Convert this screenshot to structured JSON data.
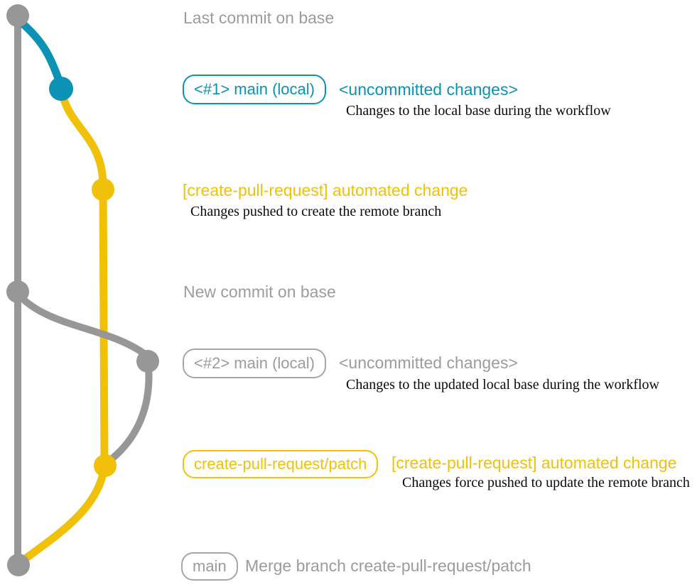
{
  "graph": {
    "colors": {
      "gray": "#979797",
      "blue": "#0b92b4",
      "yellow": "#f1c109"
    },
    "text_colors": {
      "gray_text": "#9c9c9c",
      "gray_box_border": "#a6a6a6",
      "note_text": "#0a0a0a"
    },
    "branches": [
      "base",
      "main (local)",
      "create-pull-request/patch"
    ],
    "commits": [
      "base-commit-top",
      "main-local-commit-1",
      "patch-commit-1",
      "base-commit-new",
      "main-local-commit-2",
      "patch-commit-2",
      "merge-commit"
    ]
  },
  "rows": [
    {
      "title": "Last commit on base"
    },
    {
      "branch_label": "<#1> main (local)",
      "message": "<uncommitted changes>",
      "note": "Changes to the local base during the workflow"
    },
    {
      "message": "[create-pull-request] automated change",
      "note": "Changes pushed to create the remote branch"
    },
    {
      "title": "New commit on base"
    },
    {
      "branch_label": "<#2> main (local)",
      "message": "<uncommitted changes>",
      "note": "Changes to the updated local base during the workflow"
    },
    {
      "branch_label": "create-pull-request/patch",
      "message": "[create-pull-request] automated change",
      "note": "Changes force pushed to update the remote branch"
    },
    {
      "branch_label": "main",
      "message": "Merge branch create-pull-request/patch"
    }
  ]
}
